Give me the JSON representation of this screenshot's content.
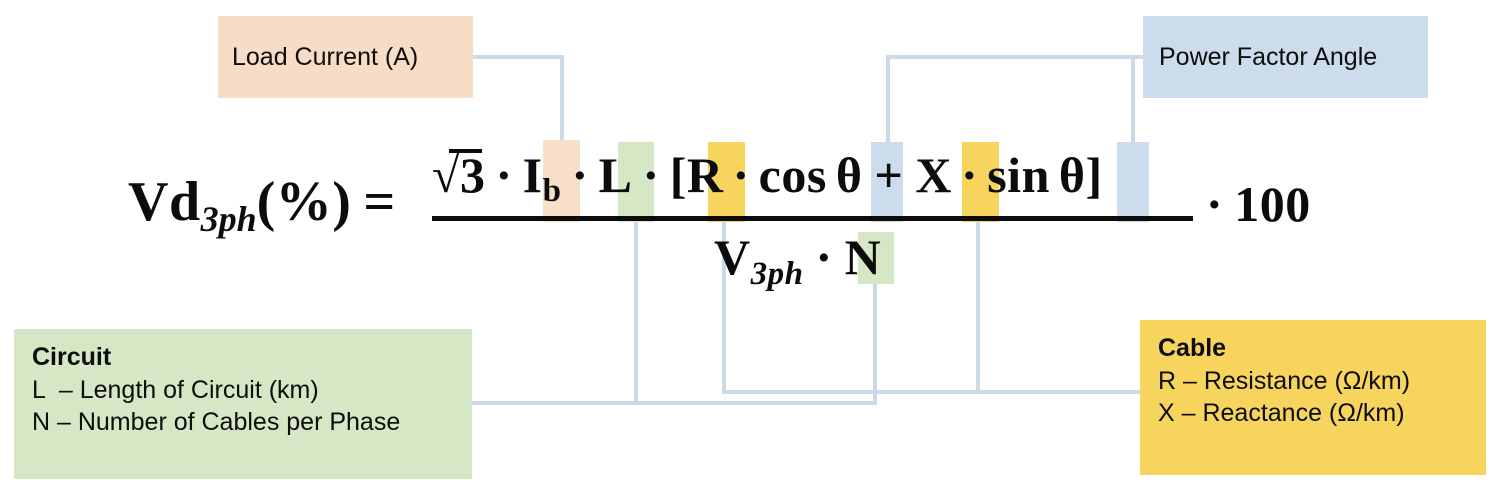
{
  "diagram": {
    "title": "Three-phase voltage drop percentage formula with annotated variables",
    "background": "#ffffff",
    "connector_color": "#ccd9e8"
  },
  "formula": {
    "lhs_symbol": "Vd",
    "lhs_subscript": "3ph",
    "lhs_percent": "(%)",
    "equals": "=",
    "numerator": {
      "sqrt_radicand": "3",
      "dot1": "·",
      "current_symbol": "I",
      "current_subscript": "b",
      "dot2": "·",
      "length_symbol": "L",
      "dot3": "·",
      "bracket_open": "[",
      "resistance_symbol": "R",
      "dot4": "·",
      "cos": "cos",
      "theta1": "θ",
      "plus": "+",
      "reactance_symbol": "X",
      "dot5": "·",
      "sin": "sin",
      "theta2": "θ",
      "bracket_close": "]"
    },
    "denominator": {
      "voltage_symbol": "V",
      "voltage_subscript": "3ph",
      "dot": "·",
      "cables_symbol": "N"
    },
    "tail": {
      "dot": "·",
      "factor": "100"
    }
  },
  "highlights": {
    "load_current_color": "#f7dfc8",
    "circuit_color": "#d6e7c6",
    "cable_color": "#f6d45e",
    "power_factor_color": "#ccdcec"
  },
  "callouts": [
    {
      "id": "load-current",
      "title": "Load Current (A)",
      "lines": [],
      "color": "#f7dcc6"
    },
    {
      "id": "power-factor",
      "title": "Power Factor Angle",
      "lines": [],
      "color": "#ccdcec"
    },
    {
      "id": "circuit",
      "title": "Circuit",
      "lines": [
        "L  – Length of Circuit (km)",
        "N – Number of Cables per Phase"
      ],
      "color": "#d6e7c6"
    },
    {
      "id": "cable",
      "title": "Cable",
      "lines": [
        "R – Resistance (Ω/km)",
        "X – Reactance (Ω/km)"
      ],
      "color": "#f6d45e"
    }
  ]
}
